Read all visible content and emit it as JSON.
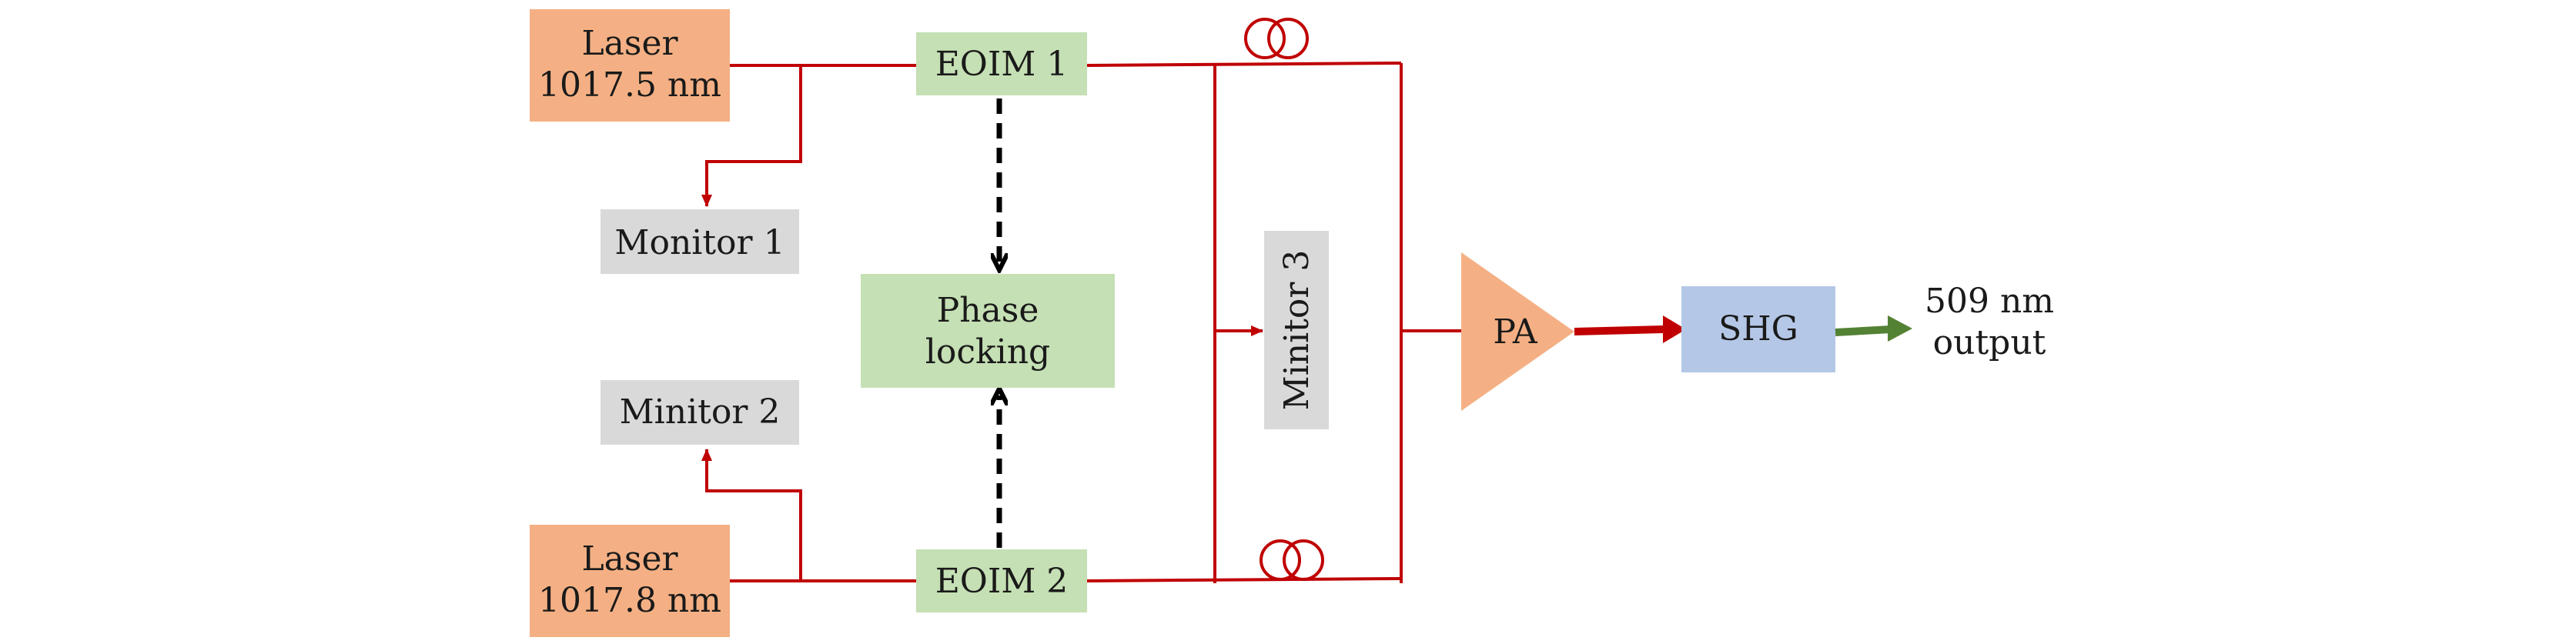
{
  "colors": {
    "laser": "#f4b084",
    "eoim": "#c5e0b4",
    "monitor": "#d9d9d9",
    "amplifier": "#f4b084",
    "shg": "#b4c7e7",
    "fiber": "#c00000",
    "output_beam": "#548235",
    "lock_arrow": "#000000"
  },
  "laser1": {
    "line1": "Laser",
    "line2": "1017.5 nm"
  },
  "laser2": {
    "line1": "Laser",
    "line2": "1017.8 nm"
  },
  "eoim1": {
    "label": "EOIM 1"
  },
  "eoim2": {
    "label": "EOIM 2"
  },
  "monitor1": {
    "label": "Monitor 1"
  },
  "monitor2": {
    "label": "Minitor 2"
  },
  "monitor3": {
    "label": "Minitor 3"
  },
  "phase_locking": {
    "line1": "Phase",
    "line2": "locking"
  },
  "amplifier": {
    "label": "PA"
  },
  "shg": {
    "label": "SHG"
  },
  "output": {
    "line1": "509 nm",
    "line2": "output"
  },
  "icons": [
    "fiber-coil-icon",
    "fiber-coil-icon"
  ]
}
